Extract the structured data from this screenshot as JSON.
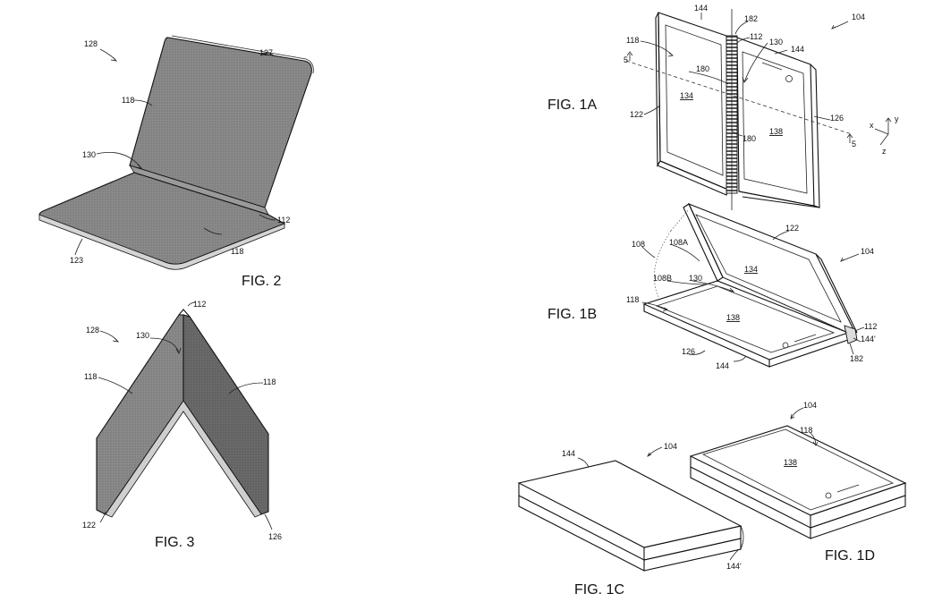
{
  "figures": {
    "fig2": {
      "label": "FIG. 2",
      "refs": {
        "r128": "128",
        "r127": "127",
        "r118a": "118",
        "r130": "130",
        "r112": "112",
        "r118b": "118",
        "r123": "123"
      }
    },
    "fig3": {
      "label": "FIG. 3",
      "refs": {
        "r112": "112",
        "r128": "128",
        "r130": "130",
        "r118a": "118",
        "r118b": "118",
        "r122": "122",
        "r126": "126"
      }
    },
    "fig1a": {
      "label": "FIG. 1A",
      "refs": {
        "r144a": "144",
        "r182": "182",
        "r104": "104",
        "r112": "112",
        "r130": "130",
        "r118": "118",
        "r144b": "144",
        "r5a": "5",
        "r180a": "180",
        "r134": "134",
        "r122": "122",
        "r126": "126",
        "r180b": "180",
        "r138": "138",
        "r5b": "5",
        "ax_x": "x",
        "ax_y": "y",
        "ax_z": "z"
      }
    },
    "fig1b": {
      "label": "FIG. 1B",
      "refs": {
        "r122": "122",
        "r108": "108",
        "r108a": "108A",
        "r104": "104",
        "r134": "134",
        "r108b": "108B",
        "r130": "130",
        "r118": "118",
        "r138": "138",
        "r112": "112",
        "r144p": "144'",
        "r126": "126",
        "r144": "144",
        "r182": "182"
      }
    },
    "fig1c": {
      "label": "FIG. 1C",
      "refs": {
        "r144": "144",
        "r104": "104",
        "r144p": "144'"
      }
    },
    "fig1d": {
      "label": "FIG. 1D",
      "refs": {
        "r104": "104",
        "r118": "118",
        "r138": "138"
      }
    }
  },
  "colors": {
    "panel_light": "#8f8f8f",
    "panel_dark": "#6d6d6d",
    "panel_darker": "#555555",
    "edge": "#b5b5b5",
    "ink": "#111111"
  }
}
